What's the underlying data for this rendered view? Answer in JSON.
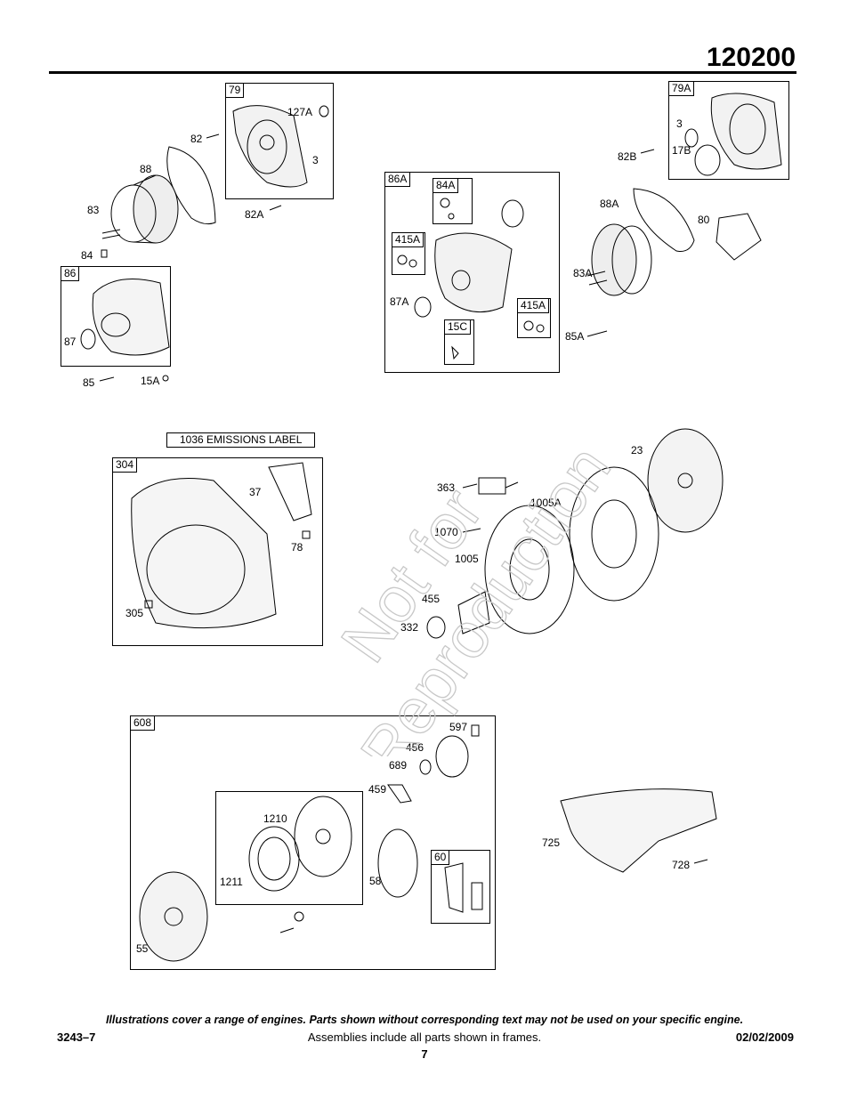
{
  "page": {
    "model": "120200",
    "footer_note": "Illustrations cover a range of engines. Parts shown without corresponding text may not be used on your specific engine.",
    "footer_left": "3243–7",
    "footer_center": "Assemblies include all parts shown in frames.",
    "footer_right": "02/02/2009",
    "page_number": "7",
    "watermark_line1": "Not for",
    "watermark_line2": "Reproduction"
  },
  "frames": {
    "f79": "79",
    "f86": "86",
    "f86A": "86A",
    "f84A": "84A",
    "f415A_1": "415A",
    "f415A_2": "415A",
    "f15C": "15C",
    "f79A": "79A",
    "f304": "304",
    "f608": "608",
    "f60": "60"
  },
  "banner": "1036 EMISSIONS LABEL",
  "labels": {
    "l127A": "127A",
    "l82": "82",
    "l3a": "3",
    "l88": "88",
    "l83": "83",
    "l82A": "82A",
    "l84": "84",
    "l87": "87",
    "l85": "85",
    "l15A": "15A",
    "l87A": "87A",
    "l3b": "3",
    "l17B": "17B",
    "l82B": "82B",
    "l88A": "88A",
    "l80": "80",
    "l83A": "83A",
    "l85A": "85A",
    "l37": "37",
    "l78": "78",
    "l305": "305",
    "l23": "23",
    "l363": "363",
    "l1005A": "1005A",
    "l1070": "1070",
    "l1005": "1005",
    "l455": "455",
    "l332": "332",
    "l597": "597",
    "l456": "456",
    "l689": "689",
    "l459": "459",
    "l1210": "1210",
    "l1211": "1211",
    "l58": "58",
    "l55": "55",
    "l725": "725",
    "l728": "728"
  }
}
